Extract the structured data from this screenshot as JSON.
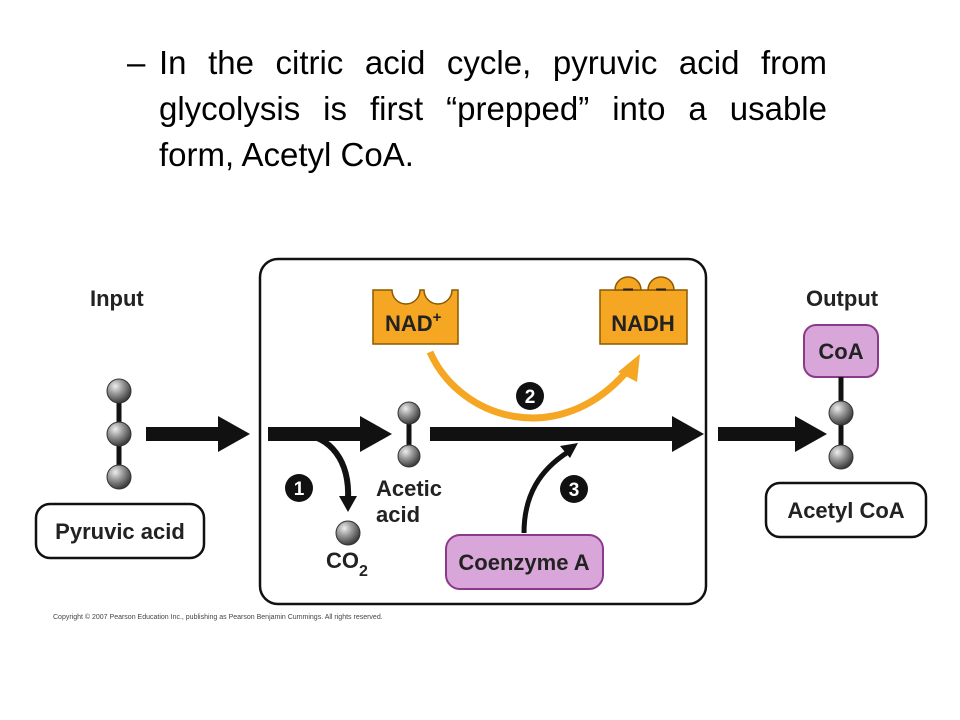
{
  "bullet": {
    "dash": "–",
    "text": "In the citric acid cycle, pyruvic acid from glycolysis is first “prepped” into a usable form, Acetyl CoA."
  },
  "diagram": {
    "input_label": "Input",
    "output_label": "Output",
    "pyruvic_acid": "Pyruvic acid",
    "co2_main": "CO",
    "co2_sub": "2",
    "acetic_line1": "Acetic",
    "acetic_line2": "acid",
    "nad_main": "NAD",
    "nad_sup": "+",
    "nadh": "NADH",
    "nadh_charge": "–",
    "coenzyme_a": "Coenzyme A",
    "coa": "CoA",
    "acetyl_coa": "Acetyl CoA",
    "step1": "1",
    "step2": "2",
    "step3": "3",
    "copyright": "Copyright © 2007 Pearson Education Inc., publishing as Pearson Benjamin Cummings. All rights reserved."
  },
  "colors": {
    "orange": "#f5a623",
    "purple": "#d9a6d9",
    "purple_border": "#8b3a8b",
    "arrow": "#111111",
    "sphere": "#6b6b6b"
  }
}
